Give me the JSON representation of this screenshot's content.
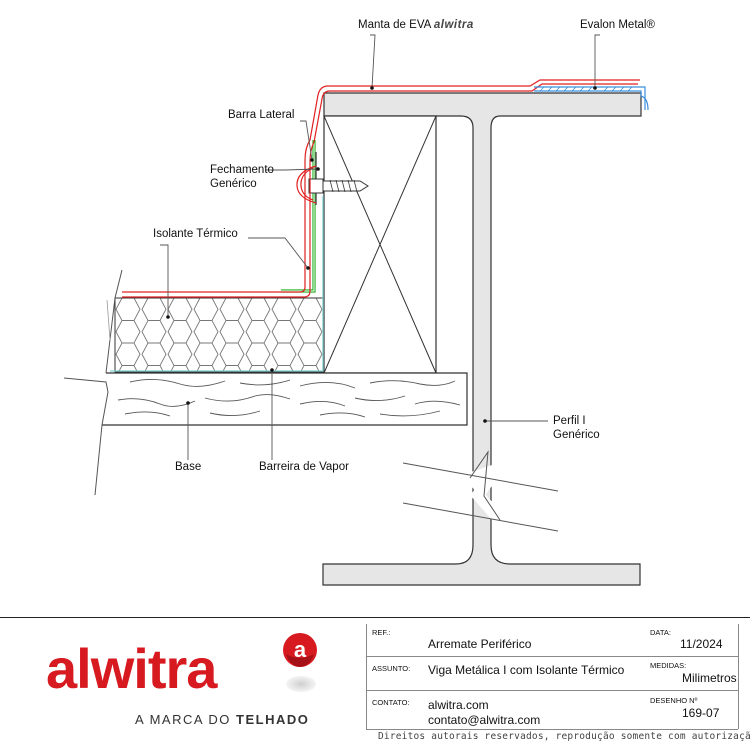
{
  "labels": {
    "manta": "Manta de EVA",
    "manta_brand": "alwitra",
    "evalon": "Evalon Metal®",
    "barra_lateral": "Barra Lateral",
    "fechamento_1": "Fechamento",
    "fechamento_2": "Genérico",
    "isolante": "Isolante Térmico",
    "base": "Base",
    "barreira": "Barreira de Vapor",
    "perfil_1": "Perfil I",
    "perfil_2": "Genérico"
  },
  "brand": {
    "name": "alwitra",
    "tagline_pre": "A MARCA DO ",
    "tagline_bold": "TELHADO",
    "logo_letter": "a"
  },
  "titleblock": {
    "ref_label": "REF.:",
    "ref_value": "Arremate Periférico",
    "data_label": "DATA:",
    "data_value": "11/2024",
    "assunto_label": "ASSUNTO:",
    "assunto_value": "Viga Metálica I com Isolante Térmico",
    "medidas_label": "MEDIDAS:",
    "medidas_value": "Milimetros",
    "contato_label": "CONTATO:",
    "contato_value_1": "alwitra.com",
    "contato_value_2": "contato@alwitra.com",
    "desenho_label": "DESENHO Nº",
    "desenho_value": "169-07",
    "copyright": "Direitos autorais reservados, reprodução somente com autorização."
  },
  "colors": {
    "membrane": "#e02020",
    "evalon": "#3a8fe0",
    "green_strip": "#22b022",
    "vapor_barrier": "#7fd0d0",
    "brand_red": "#d71920",
    "steel_fill": "#e6e6e6"
  }
}
